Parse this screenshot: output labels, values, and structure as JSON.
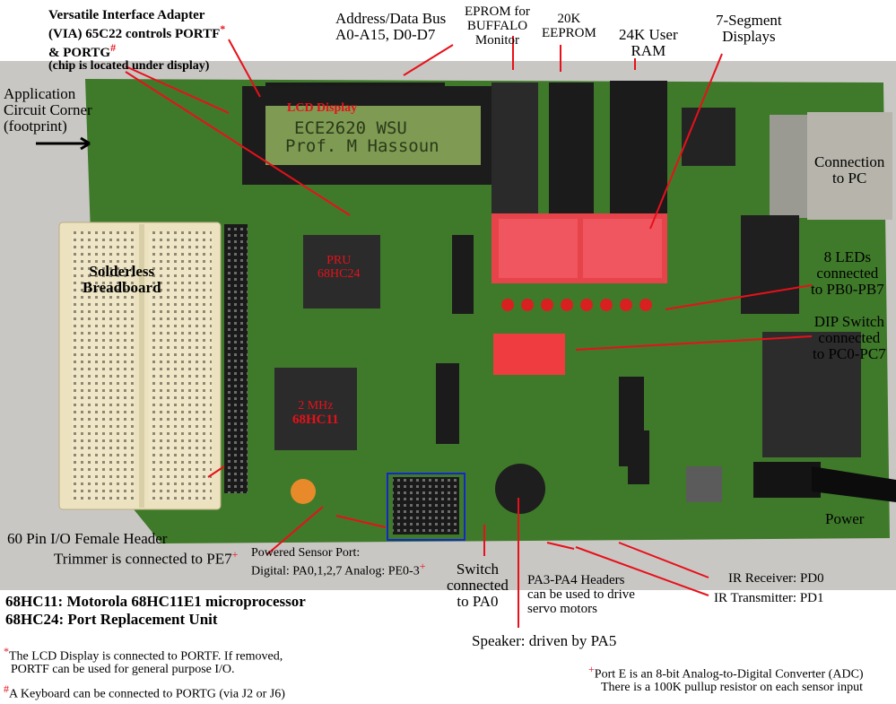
{
  "callouts": {
    "via": [
      "Versatile Interface Adapter",
      "(VIA) 65C22 controls PORTF",
      "& PORTG",
      "(chip is located under display)"
    ],
    "address_bus": [
      "Address/Data Bus",
      "A0-A15, D0-D7"
    ],
    "eprom_buffalo": [
      "EPROM for",
      "BUFFALO",
      "Monitor"
    ],
    "eeprom": [
      "20K",
      "EEPROM"
    ],
    "user_ram": [
      "24K User",
      "RAM"
    ],
    "seven_segment": [
      "7-Segment",
      "Displays"
    ],
    "app_corner": [
      "Application",
      "Circuit Corner",
      "(footprint)"
    ],
    "lcd_label": "LCD Display",
    "lcd_screen": [
      "ECE2620 WSU",
      "Prof. M Hassoun"
    ],
    "breadboard": [
      "Solderless",
      "Breadboard"
    ],
    "connection_pc": [
      "Connection",
      "to PC"
    ],
    "leds": [
      "8 LEDs",
      "connected",
      "to PB0-PB7"
    ],
    "dip": [
      "DIP Switch",
      "connected",
      "to PC0-PC7"
    ],
    "pru": [
      "PRU",
      "68HC24"
    ],
    "mcu": [
      "2 MHz",
      "68HC11"
    ],
    "power": "Power",
    "header60": "60 Pin I/O Female Header",
    "trimmer": "Trimmer is connected to PE7",
    "sensor": [
      "Powered Sensor Port:",
      "Digital: PA0,1,2,7 Analog: PE0-3"
    ],
    "switch": [
      "Switch",
      "connected",
      "to PA0"
    ],
    "pa34": [
      "PA3-PA4 Headers",
      "can be used to drive",
      "servo motors"
    ],
    "ir_rx": "IR Receiver: PD0",
    "ir_tx": "IR Transmitter: PD1",
    "speaker": "Speaker: driven by PA5"
  },
  "legend": {
    "line1": "68HC11: Motorola 68HC11E1 microprocessor",
    "line2": "68HC24: Port Replacement Unit"
  },
  "notes": {
    "lcd": [
      "The LCD Display is connected to PORTF. If removed,",
      "PORTF can be used for general purpose I/O."
    ],
    "keyboard": "A Keyboard can be connected to PORTG (via J2 or J6)",
    "porte": [
      "Port E is an 8-bit Analog-to-Digital Converter (ADC)",
      "There is a 100K pullup resistor on each sensor input"
    ]
  },
  "colors": {
    "board": "#3f7a2a",
    "red_arrow": "#e8101a",
    "lcd": "#7f9a52"
  }
}
